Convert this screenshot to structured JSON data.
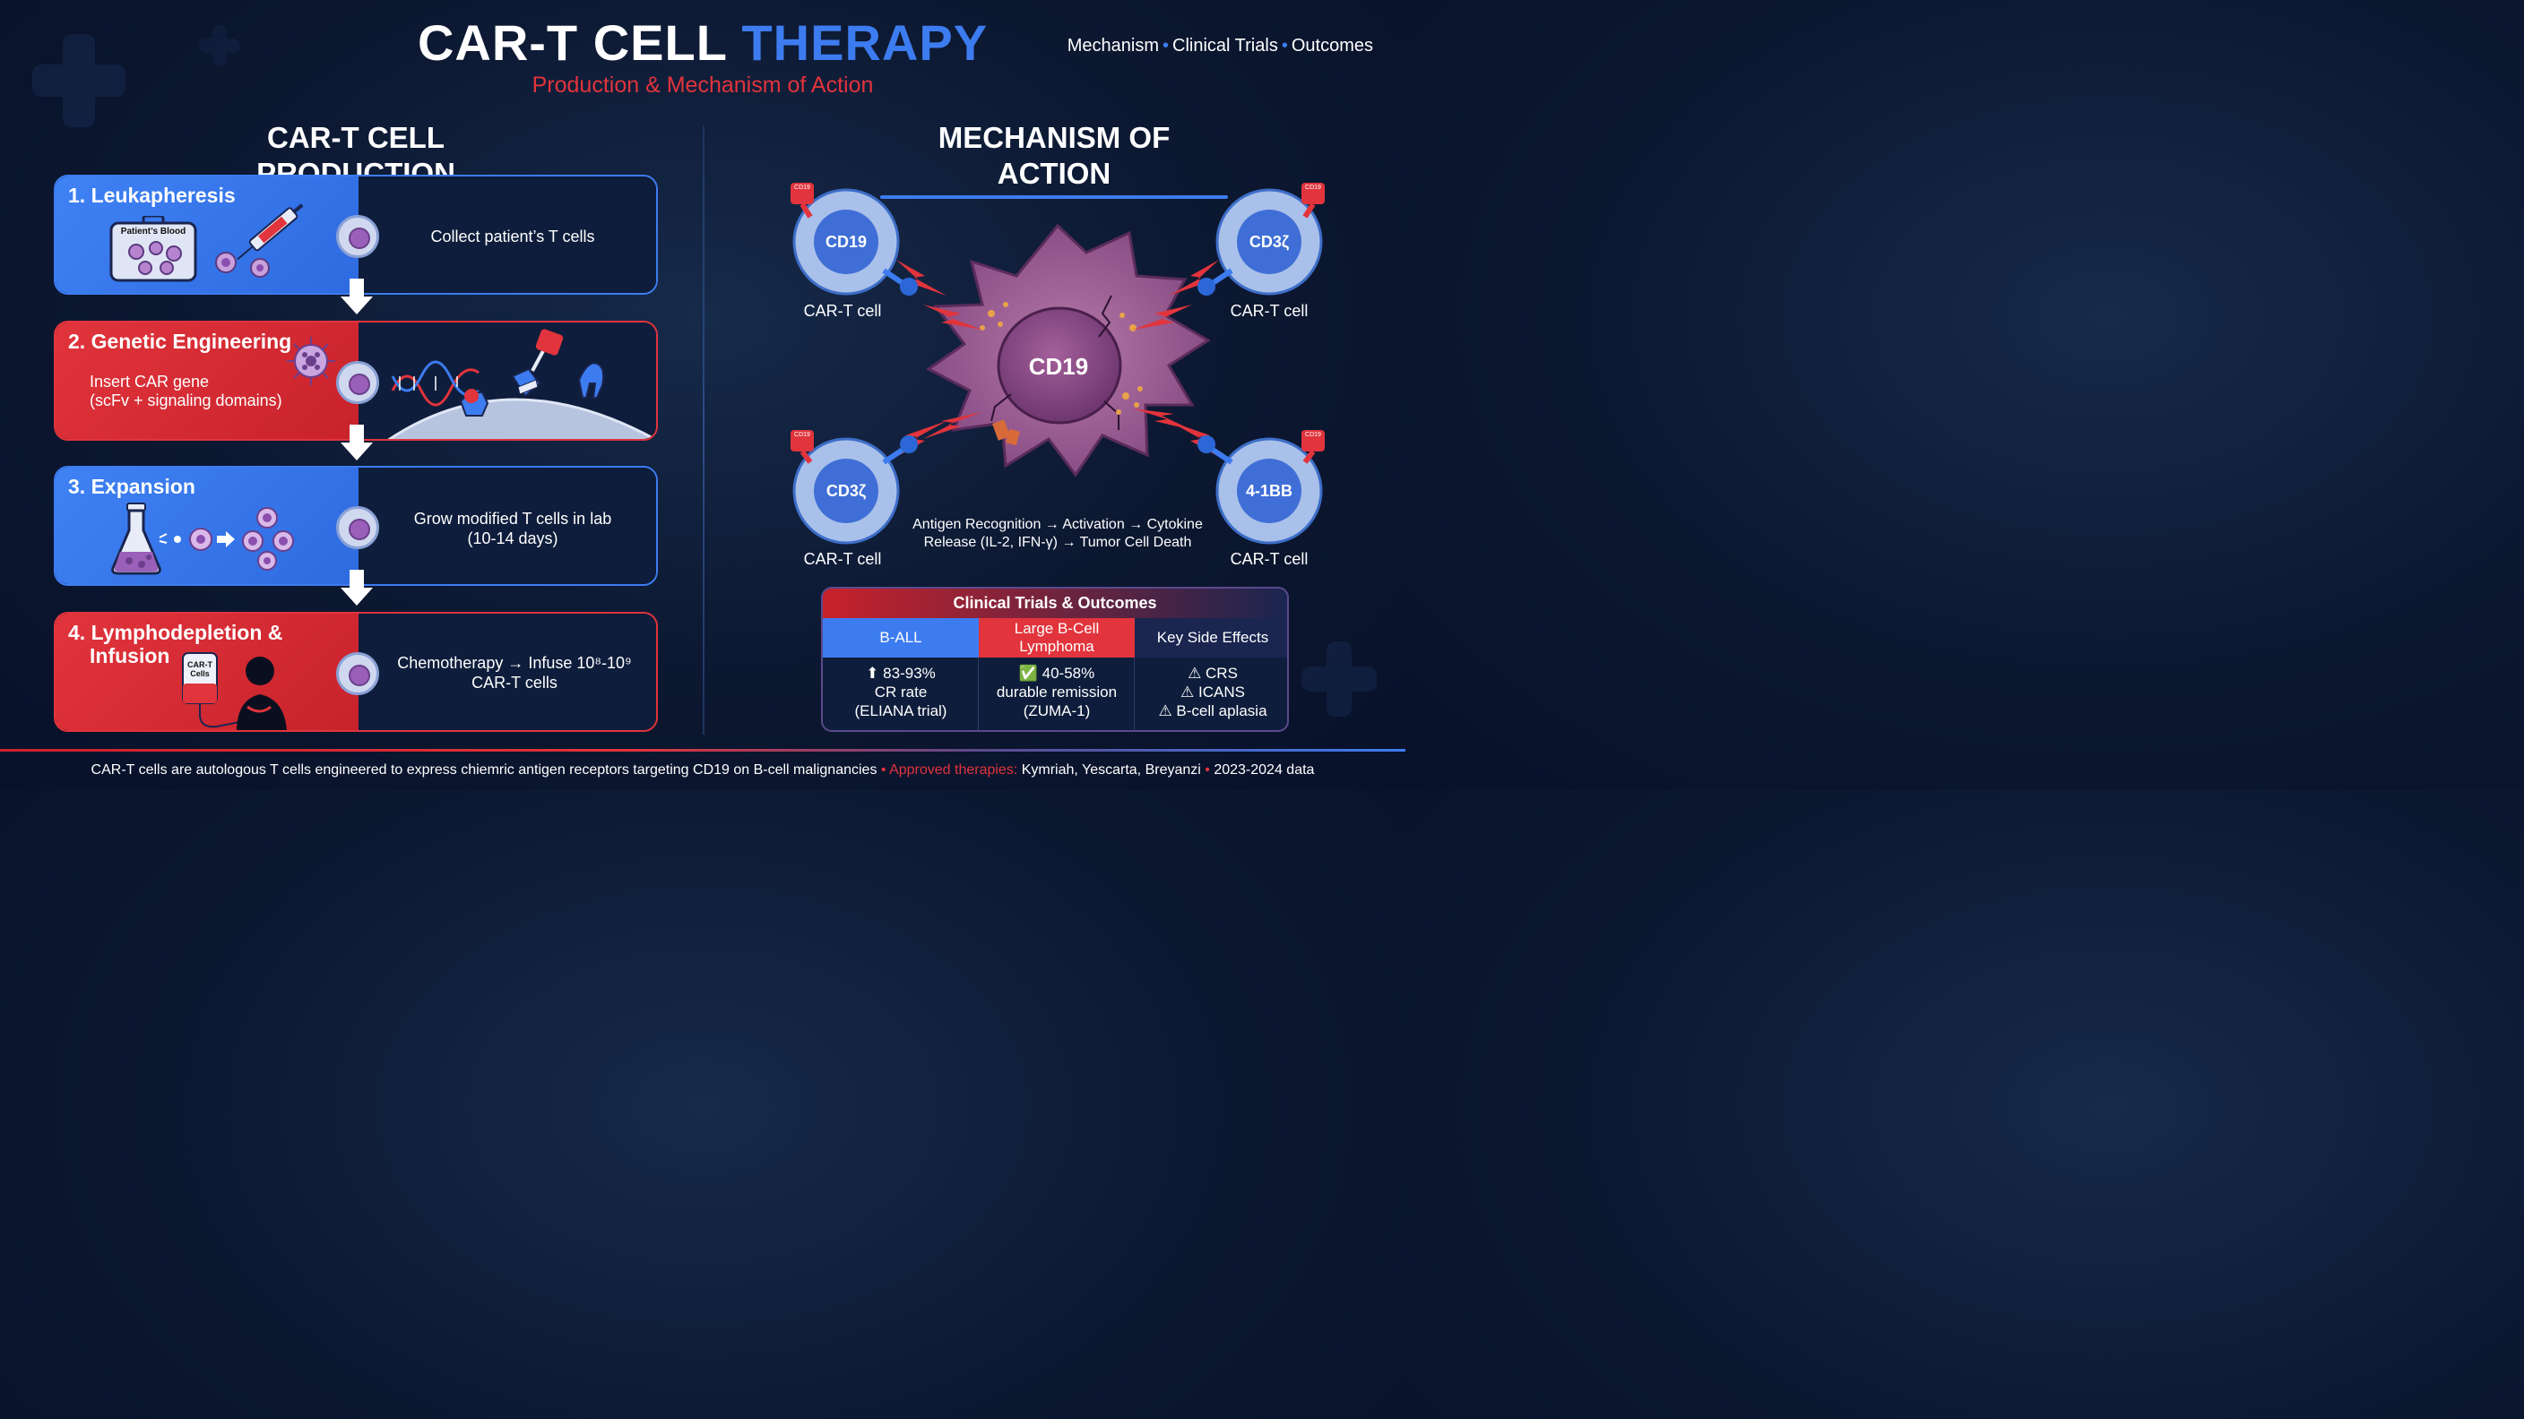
{
  "header": {
    "title_part1": "CAR-T CELL",
    "title_part2": "THERAPY",
    "subtitle": "Production & Mechanism of Action",
    "tags": [
      "Mechanism",
      "Clinical Trials",
      "Outcomes"
    ]
  },
  "production": {
    "heading": "CAR-T CELL PRODUCTION",
    "steps": [
      {
        "title": "1. Leukapheresis",
        "desc": "Collect patient’s T cells",
        "bag_label": "Patient’s Blood"
      },
      {
        "title": "2. Genetic Engineering",
        "left_text_1": "Insert CAR gene",
        "left_text_2": "(scFv + signaling domains)"
      },
      {
        "title": "3. Expansion",
        "desc_1": "Grow modified T cells in lab",
        "desc_2": "(10-14 days)"
      },
      {
        "title_1": "4. Lymphodepletion &",
        "title_2": "Infusion",
        "desc_1": "Chemotherapy → Infuse 10⁸-10⁹",
        "desc_2": "CAR-T cells",
        "bag_label_1": "CAR-T",
        "bag_label_2": "Cells"
      }
    ]
  },
  "mechanism": {
    "heading": "MECHANISM OF ACTION",
    "tumor_label": "CD19",
    "cells": [
      {
        "receptor": "CD19",
        "label": "CAR-T cell"
      },
      {
        "receptor": "CD3ζ",
        "label": "CAR-T cell"
      },
      {
        "receptor": "CD3ζ",
        "label": "CAR-T cell"
      },
      {
        "receptor": "4-1BB",
        "label": "CAR-T cell"
      }
    ],
    "caption_1": "Antigen Recognition → Activation → Cytokine",
    "caption_2": "Release (IL-2, IFN-γ) → Tumor Cell Death",
    "tag_text": "CD19"
  },
  "clinical": {
    "title": "Clinical Trials & Outcomes",
    "columns": [
      {
        "header": "B-ALL",
        "lines": [
          "⬆ 83-93%",
          "CR rate",
          "(ELIANA trial)"
        ]
      },
      {
        "header_1": "Large B-Cell",
        "header_2": "Lymphoma",
        "lines": [
          "✅ 40-58%",
          "durable remission",
          "(ZUMA-1)"
        ]
      },
      {
        "header": "Key Side Effects",
        "lines": [
          "⚠ CRS",
          "⚠ ICANS",
          "⚠ B-cell aplasia"
        ]
      }
    ]
  },
  "footer": {
    "part1": "CAR-T cells are autologous T cells engineered to express chiemric antigen receptors targeting CD19 on B-cell malignancies",
    "sep": "•",
    "approved_label": "Approved therapies:",
    "approved_list": "Kymriah, Yescarta, Breyanzi",
    "data_year": "2023-2024 data"
  },
  "colors": {
    "blue": "#3d7cf0",
    "red": "#e1343c",
    "navy": "#0c1730"
  }
}
